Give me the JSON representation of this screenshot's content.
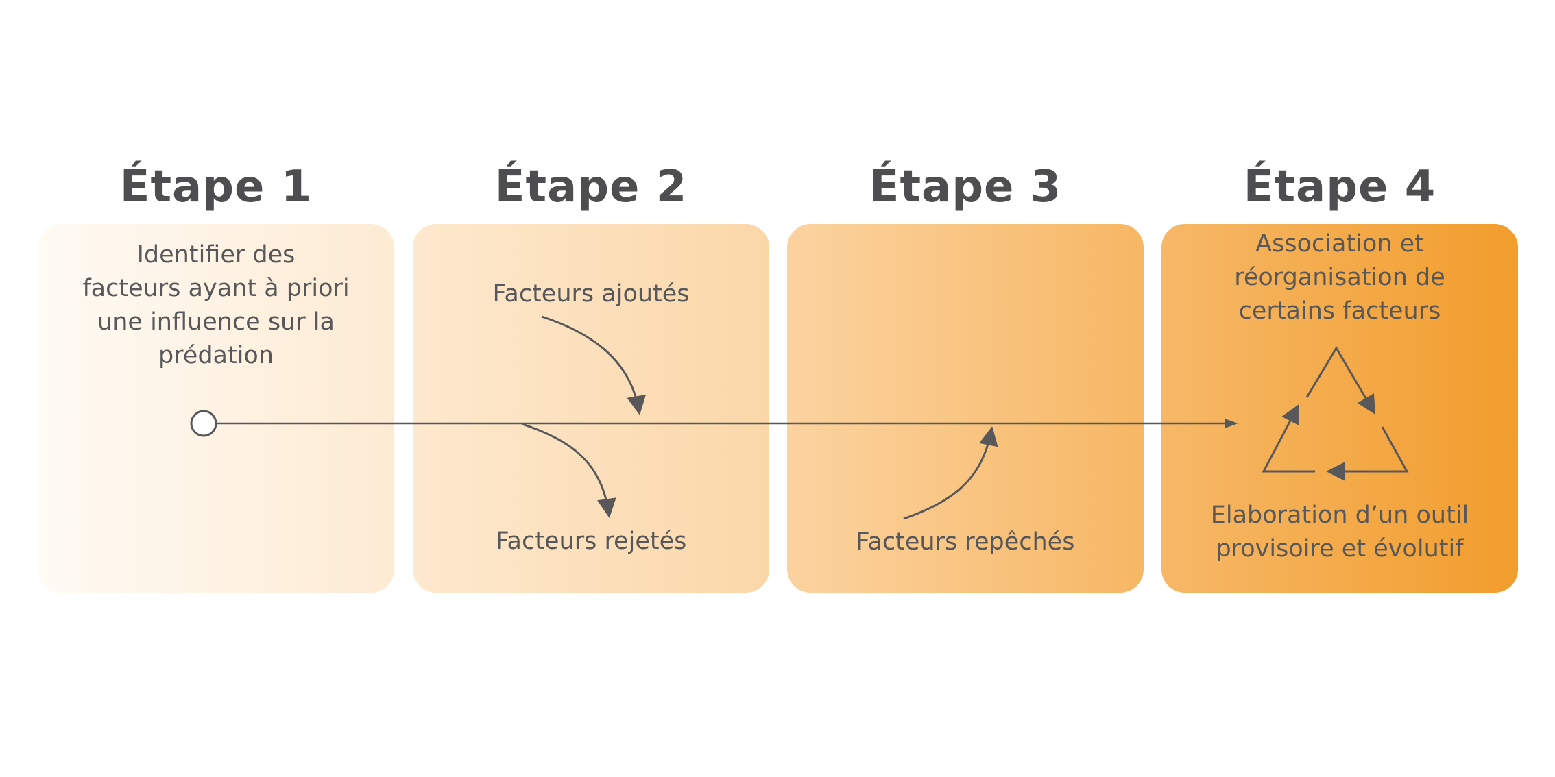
{
  "steps": [
    {
      "title": "Étape 1",
      "lines": [
        "Identifier des",
        "facteurs ayant à priori",
        "une influence sur la",
        "prédation"
      ]
    },
    {
      "title": "Étape 2",
      "added": "Facteurs ajoutés",
      "rejected": "Facteurs rejetés"
    },
    {
      "title": "Étape 3",
      "recovered": "Facteurs repêchés"
    },
    {
      "title": "Étape 4",
      "top_lines": [
        "Association et",
        "réorganisation de",
        "certains facteurs"
      ],
      "bottom_lines": [
        "Elaboration d’un outil",
        "provisoire et évolutif"
      ]
    }
  ],
  "colors": {
    "text": "#58585a",
    "title": "#4e4e50",
    "line": "#58585a",
    "panel_light": "#fffbf5",
    "panel_dark": "#f29d2c"
  },
  "icons": [
    "start-circle-icon",
    "timeline-arrow-icon",
    "cycle-triangle-icon"
  ]
}
